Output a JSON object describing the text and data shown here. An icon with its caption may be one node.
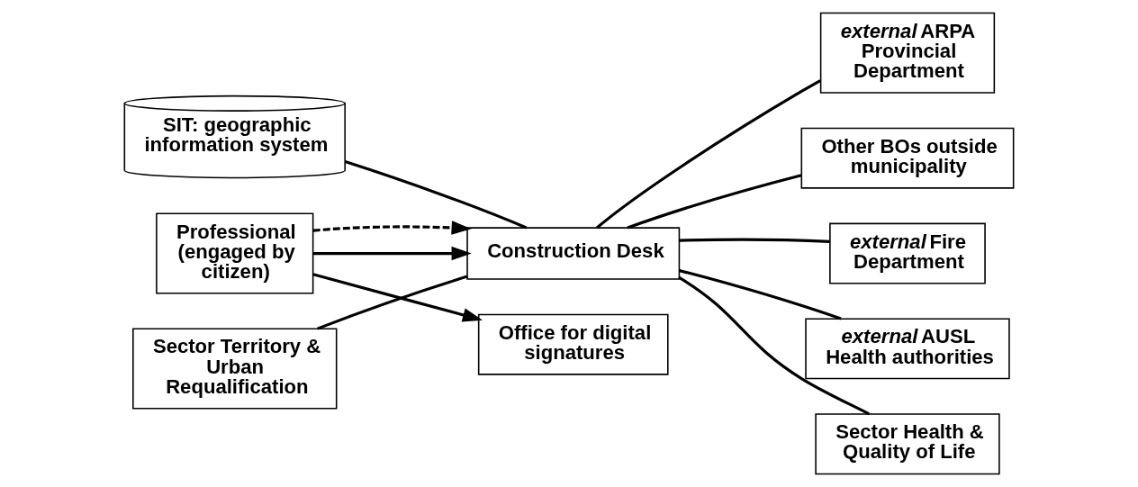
{
  "diagram": {
    "nodes": [
      {
        "text": [
          "Construction Desk"
        ]
      },
      {
        "text": [
          "SIT: geographic information system"
        ]
      },
      {
        "text": [
          "*external* ARPA Provincial Department"
        ]
      },
      {
        "text": [
          "Other BOs outside municipality"
        ]
      },
      {
        "text": [
          "*external* Fire Department"
        ]
      },
      {
        "text": [
          "*external* AUSL Health authorities"
        ]
      },
      {
        "text": [
          "Sector Health & Quality of Life"
        ]
      },
      {
        "text": [
          "Office for digital signatures"
        ]
      },
      {
        "text": [
          "Professional (engaged by citizen)"
        ]
      },
      {
        "text": [
          "Sector Territory & Urban Requalification"
        ]
      }
    ],
    "edges": [
      {
        "from": 0,
        "to": 1,
        "arrow": "none"
      },
      {
        "from": 0,
        "to": 2,
        "arrow": "none"
      },
      {
        "from": 0,
        "to": 3,
        "arrow": "none"
      },
      {
        "from": 0,
        "to": 4,
        "arrow": "none"
      },
      {
        "from": 0,
        "to": 5,
        "arrow": "none"
      },
      {
        "from": 0,
        "to": 6,
        "arrow": "none"
      },
      {
        "from": 9,
        "to": 0,
        "arrow": "none"
      },
      {
        "from": 8,
        "to": 0,
        "arrow": "to"
      },
      {
        "from": 8,
        "to": 0,
        "arrow": "to",
        "style": "dashed"
      },
      {
        "from": 8,
        "to": 7,
        "arrow": "to"
      }
    ]
  }
}
